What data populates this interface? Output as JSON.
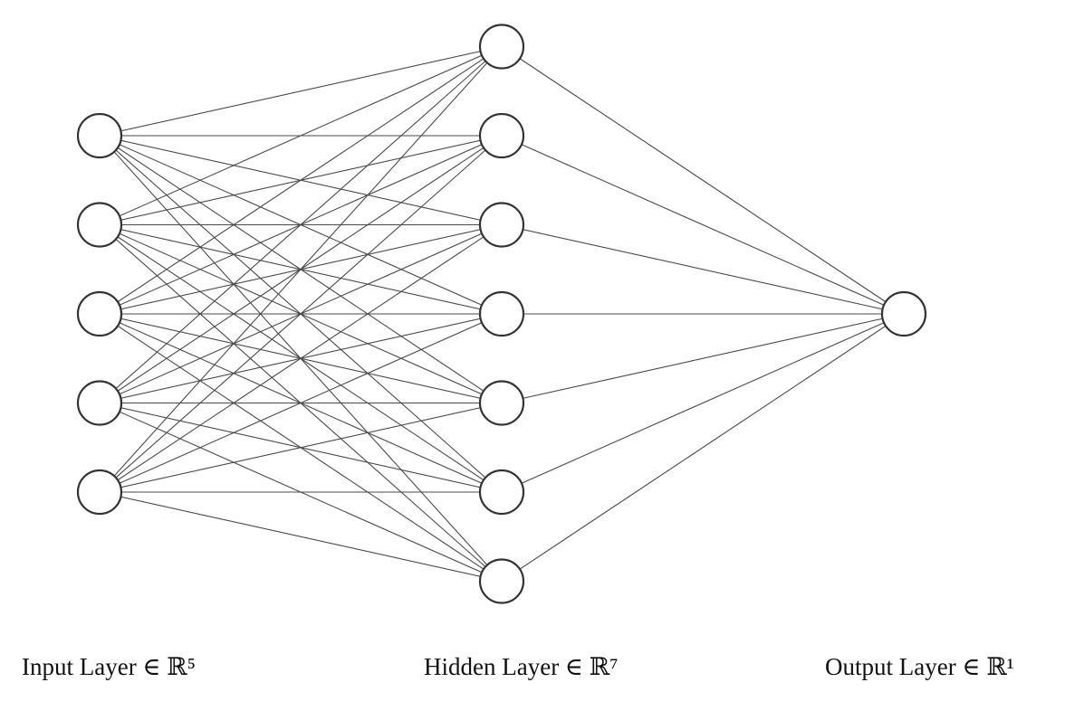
{
  "network": {
    "layers": [
      {
        "id": "input",
        "size": 5,
        "label": "Input Layer ∈ ℝ⁵"
      },
      {
        "id": "hidden",
        "size": 7,
        "label": "Hidden Layer ∈ ℝ⁷"
      },
      {
        "id": "output",
        "size": 1,
        "label": "Output Layer ∈ ℝ¹"
      }
    ],
    "connectivity": "fully-connected"
  },
  "colors": {
    "edge": "#4a4a4a",
    "node_stroke": "#333333",
    "node_fill": "#ffffff",
    "background": "#ffffff"
  }
}
